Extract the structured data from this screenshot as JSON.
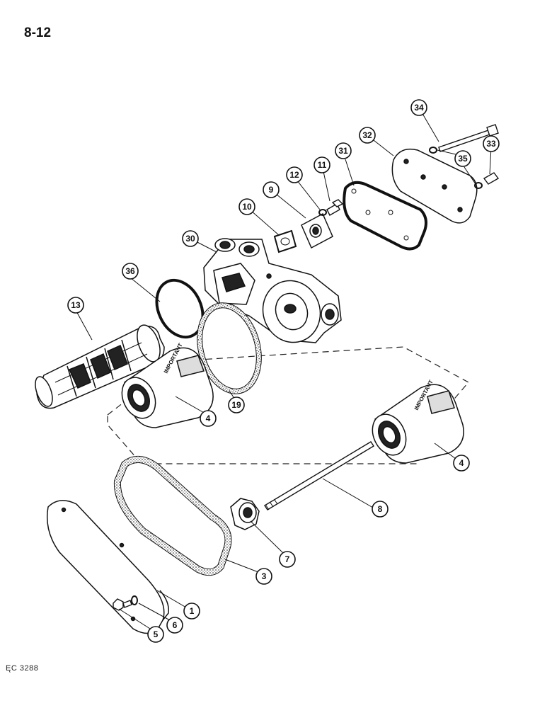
{
  "page_number": "8-12",
  "figure_code": "ĘC 3288",
  "filter_label": "IMPORTANT",
  "callouts": [
    {
      "id": "c1",
      "label": "1"
    },
    {
      "id": "c3",
      "label": "3"
    },
    {
      "id": "c4a",
      "label": "4"
    },
    {
      "id": "c4b",
      "label": "4"
    },
    {
      "id": "c5",
      "label": "5"
    },
    {
      "id": "c6",
      "label": "6"
    },
    {
      "id": "c7",
      "label": "7"
    },
    {
      "id": "c8",
      "label": "8"
    },
    {
      "id": "c9",
      "label": "9"
    },
    {
      "id": "c10",
      "label": "10"
    },
    {
      "id": "c11",
      "label": "11"
    },
    {
      "id": "c12",
      "label": "12"
    },
    {
      "id": "c13",
      "label": "13"
    },
    {
      "id": "c19",
      "label": "19"
    },
    {
      "id": "c30",
      "label": "30"
    },
    {
      "id": "c31",
      "label": "31"
    },
    {
      "id": "c32",
      "label": "32"
    },
    {
      "id": "c33",
      "label": "33"
    },
    {
      "id": "c34",
      "label": "34"
    },
    {
      "id": "c35",
      "label": "35"
    },
    {
      "id": "c36",
      "label": "36"
    }
  ]
}
